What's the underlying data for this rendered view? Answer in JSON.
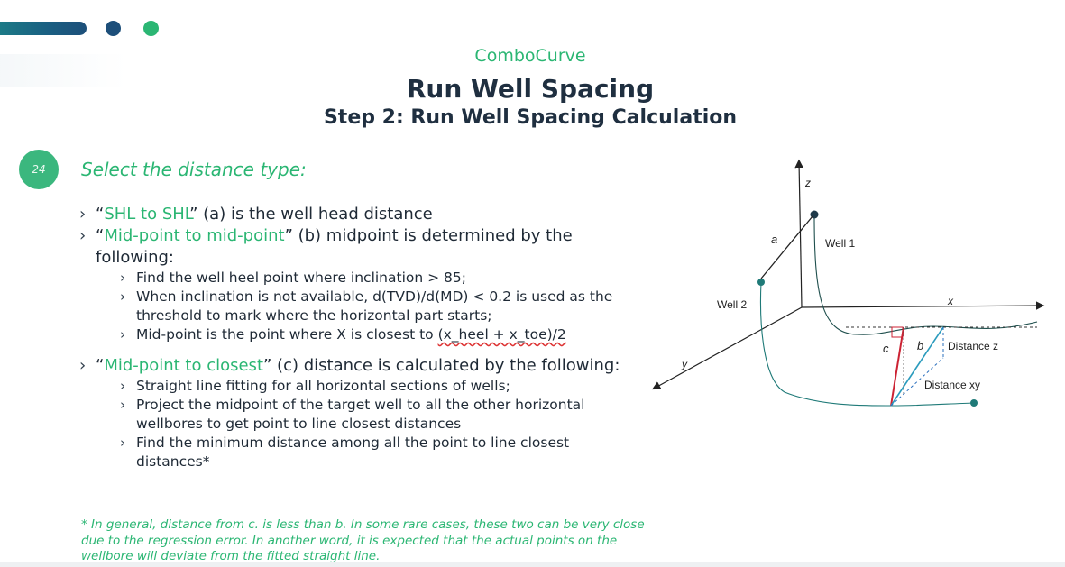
{
  "header": {
    "brand": "ComboCurve",
    "title": "Run Well Spacing",
    "subtitle": "Step 2: Run Well Spacing Calculation"
  },
  "slide_number": "24",
  "lead": "Select the distance type:",
  "items": {
    "shl": {
      "q1": "“",
      "term": "SHL to SHL",
      "rest": "” (a) is the well head distance"
    },
    "mid": {
      "q1": "“",
      "term": "Mid-point to mid-point",
      "rest": "” (b) midpoint is determined by the following:",
      "subs": [
        "Find the well heel point where inclination > 85;",
        "When inclination is not available, d(TVD)/d(MD) < 0.2 is used as the threshold to mark where the horizontal part starts;",
        "Mid-point is the point where X is closest to "
      ],
      "formula": "(x_heel + x_toe)/2"
    },
    "closest": {
      "q1": "“",
      "term": "Mid-point to closest",
      "rest": "” (c) distance is calculated by the following:",
      "subs": [
        "Straight line fitting for all horizontal sections of wells;",
        "Project the midpoint of the target well to all the other horizontal wellbores to get point to line closest distances",
        "Find the minimum distance among all the point to line closest distances*"
      ]
    }
  },
  "footnote": "* In general, distance from c. is less than b. In some rare cases, these two can be very close due to the regression error. In another word, it is expected that the actual points on the wellbore will deviate from the fitted straight line.",
  "diagram": {
    "axis_z": "z",
    "axis_x": "x",
    "axis_y": "y",
    "label_a": "a",
    "label_b": "b",
    "label_c": "c",
    "well1": "Well 1",
    "well2": "Well 2",
    "distance_z": "Distance z",
    "distance_xy": "Distance xy",
    "colors": {
      "well": "#1f7a78",
      "line_c": "#cc2233",
      "line_b": "#2a9bbd",
      "axis": "#222222"
    }
  }
}
